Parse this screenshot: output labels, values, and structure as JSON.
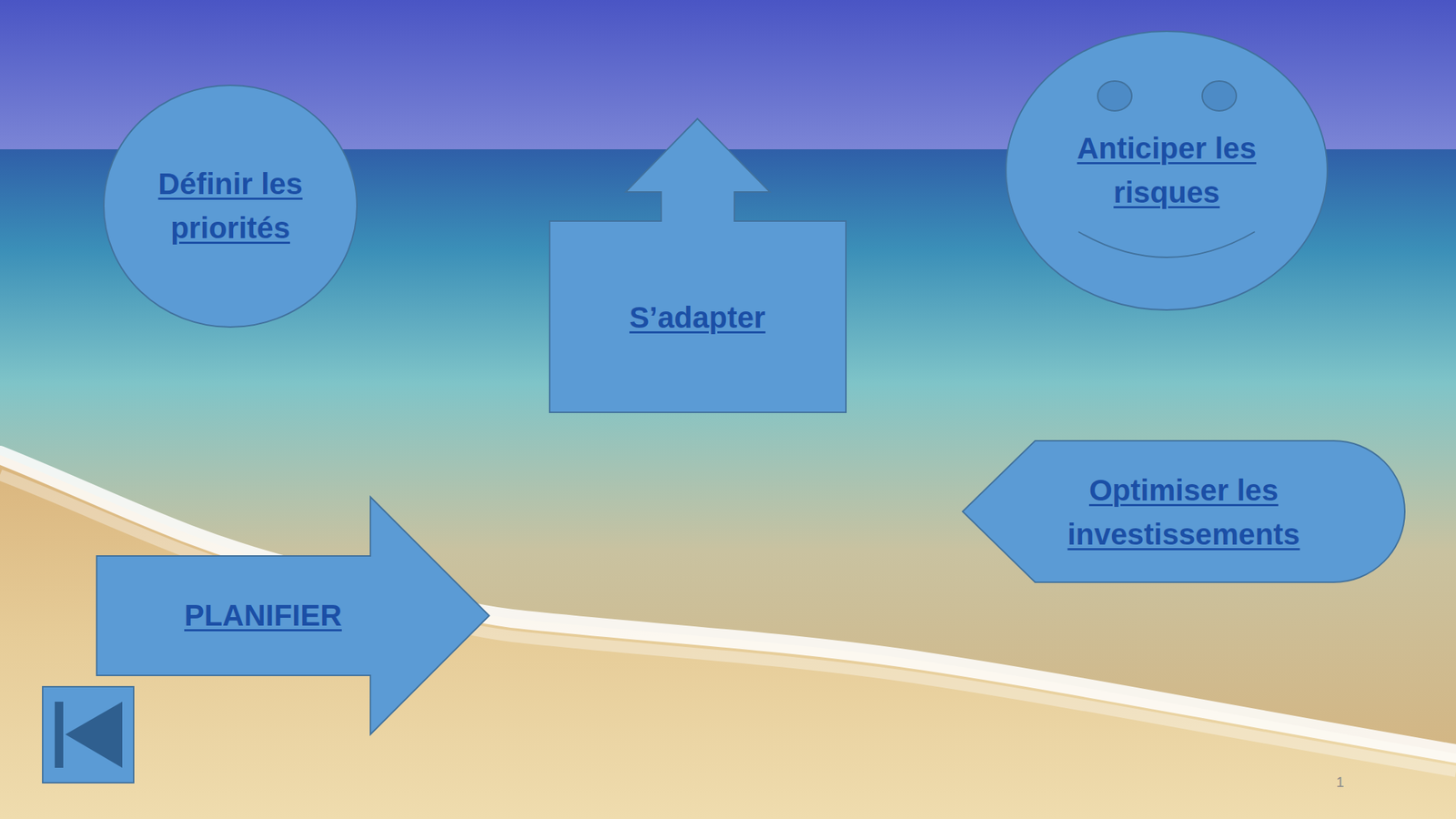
{
  "diagram": {
    "nodes": [
      {
        "text": [
          "Définir les priorités"
        ]
      },
      {
        "text": [
          "S’adapter"
        ]
      },
      {
        "text": [
          "Anticiper les risques"
        ]
      },
      {
        "text": [
          "Optimiser les investissements"
        ]
      },
      {
        "text": [
          "PLANIFIER"
        ]
      }
    ],
    "labels": [
      "1"
    ]
  }
}
